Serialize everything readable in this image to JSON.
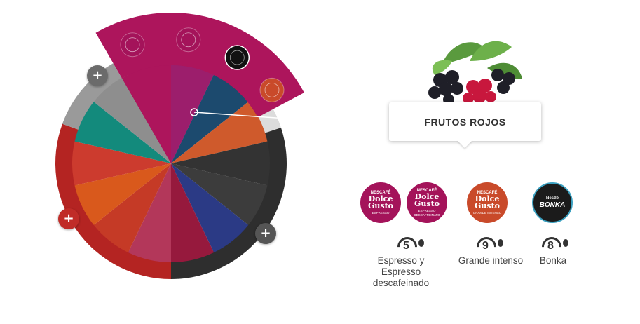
{
  "wheel": {
    "segments": [
      {
        "name": "segment-espresso-purple",
        "color": "#9c1e6c"
      },
      {
        "name": "segment-dark-blue",
        "color": "#1c4a6e"
      },
      {
        "name": "segment-orange",
        "color": "#cf5a2c"
      },
      {
        "name": "segment-charcoal-1",
        "color": "#333333"
      },
      {
        "name": "segment-charcoal-2",
        "color": "#3c3c3c"
      },
      {
        "name": "segment-navy",
        "color": "#2b3a85"
      },
      {
        "name": "segment-crimson",
        "color": "#96193d"
      },
      {
        "name": "segment-pink",
        "color": "#b3375a"
      },
      {
        "name": "segment-red-1",
        "color": "#c53a26"
      },
      {
        "name": "segment-orange-2",
        "color": "#d9591c"
      },
      {
        "name": "segment-red-2",
        "color": "#cc3b2e"
      },
      {
        "name": "segment-teal",
        "color": "#138a7c"
      },
      {
        "name": "segment-gray",
        "color": "#8e8e8e"
      },
      {
        "name": "segment-magenta",
        "color": "#a7155c"
      }
    ],
    "highlight_color": "#ad155c",
    "ring_dark_color": "#2e2e2e",
    "ring_red_color": "#b42422",
    "ring_gray_color": "#9a9a9a"
  },
  "buttons": {
    "plus_top": "+",
    "plus_left": "+",
    "plus_right": "+"
  },
  "tooltip": {
    "title": "FRUTOS ROJOS"
  },
  "capsules": [
    {
      "brand": "NESCAFÉ",
      "name": "Dolce\nGusto",
      "sub": "ESPRESSO",
      "color": "#a4135a"
    },
    {
      "brand": "NESCAFÉ",
      "name": "Dolce\nGusto",
      "sub": "ESPRESSO DESCAFFEINATO",
      "color": "#a4135a"
    },
    {
      "brand": "NESCAFÉ",
      "name": "Dolce\nGusto",
      "sub": "GRANDE INTENSO",
      "color": "#c94a2a"
    },
    {
      "brand": "Nestlé",
      "name": "BONKA",
      "sub": "",
      "color": "#1b1b1b"
    }
  ],
  "groups": [
    {
      "intensity": "5",
      "caption_lines": [
        "Espresso y",
        "Espresso",
        "descafeinado"
      ]
    },
    {
      "intensity": "9",
      "caption_lines": [
        "Grande intenso"
      ]
    },
    {
      "intensity": "8",
      "caption_lines": [
        "Bonka"
      ]
    }
  ],
  "icons": {
    "berries": "berries-icon",
    "plus": "plus-icon",
    "bean": "coffee-bean-icon"
  }
}
